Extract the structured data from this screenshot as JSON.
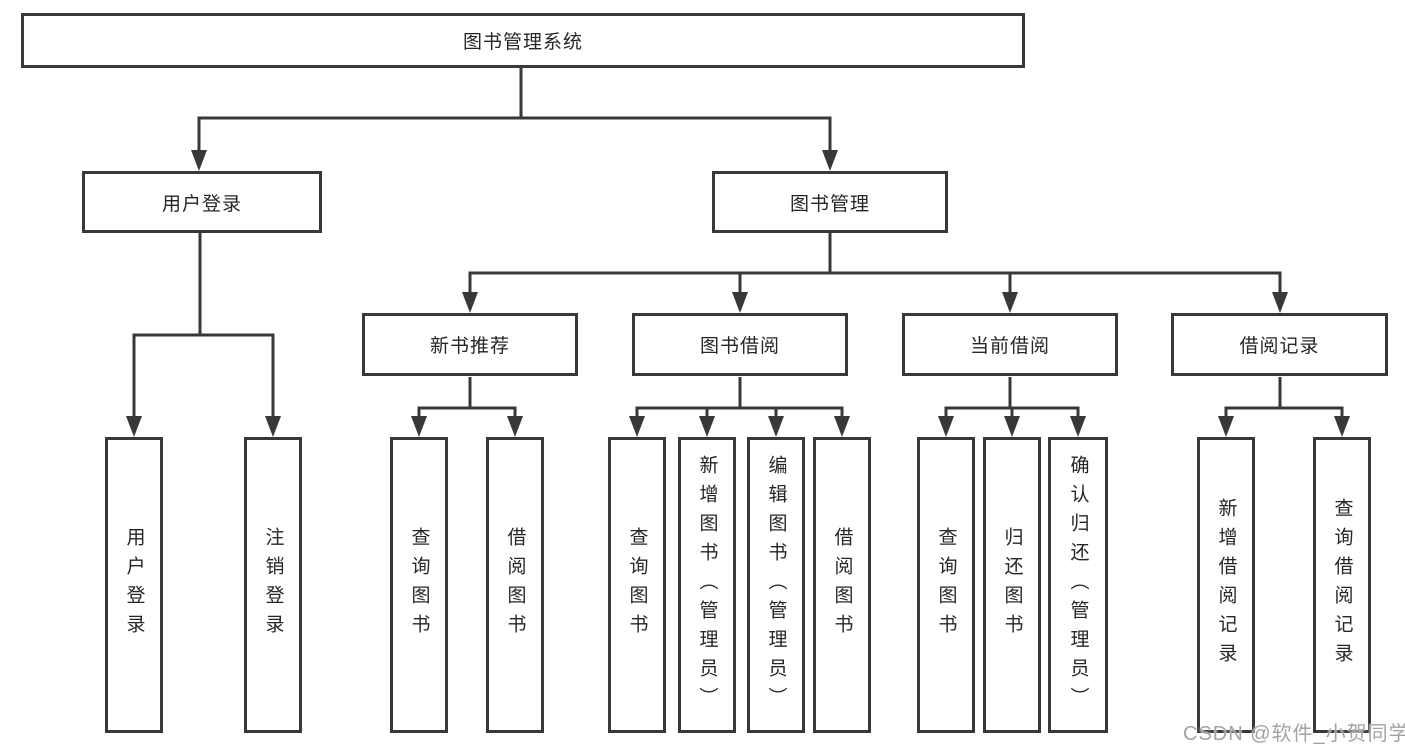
{
  "diagram": {
    "root": {
      "label": "图书管理系统"
    },
    "level2": [
      {
        "label": "用户登录"
      },
      {
        "label": "图书管理"
      }
    ],
    "level3": [
      {
        "label": "新书推荐"
      },
      {
        "label": "图书借阅"
      },
      {
        "label": "当前借阅"
      },
      {
        "label": "借阅记录"
      }
    ],
    "leaves": [
      {
        "label": "用户登录"
      },
      {
        "label": "注销登录"
      },
      {
        "label": "查询图书"
      },
      {
        "label": "借阅图书"
      },
      {
        "label": "查询图书"
      },
      {
        "label": "新增图书（管理员）"
      },
      {
        "label": "编辑图书（管理员）"
      },
      {
        "label": "借阅图书"
      },
      {
        "label": "查询图书"
      },
      {
        "label": "归还图书"
      },
      {
        "label": "确认归还（管理员）"
      },
      {
        "label": "新增借阅记录"
      },
      {
        "label": "查询借阅记录"
      }
    ],
    "watermark": "CSDN @软件_小贺同学",
    "colors": {
      "line": "#383838",
      "box_border": "#383838",
      "box_fill": "#ffffff",
      "text": "#262626",
      "watermark": "#a3a3a3"
    }
  }
}
